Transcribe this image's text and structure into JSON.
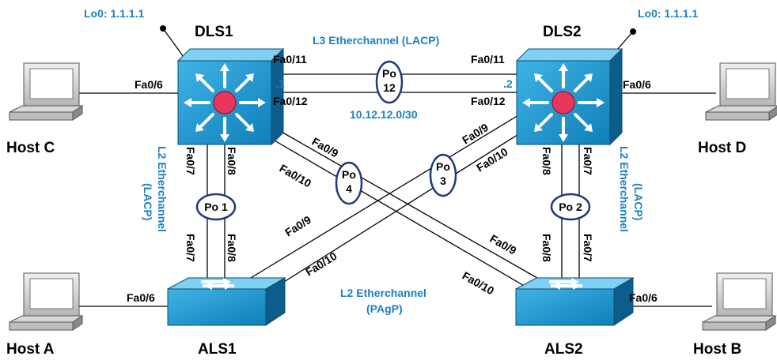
{
  "devices": {
    "dls1": "DLS1",
    "dls2": "DLS2",
    "als1": "ALS1",
    "als2": "ALS2",
    "host_a": "Host A",
    "host_b": "Host B",
    "host_c": "Host C",
    "host_d": "Host D"
  },
  "loopbacks": {
    "dls1": "Lo0: 1.1.1.1",
    "dls2": "Lo0: 1.1.1.1"
  },
  "l3_link": {
    "title": "L3 Etherchannel (LACP)",
    "subnet": "10.12.12.0/30",
    "dls1_ip": ".1",
    "dls2_ip": ".2",
    "dls1_ports": [
      "Fa0/11",
      "Fa0/12"
    ],
    "dls2_ports": [
      "Fa0/11",
      "Fa0/12"
    ]
  },
  "port_channels": {
    "po12": "Po\n12",
    "po1": "Po 1",
    "po2": "Po 2",
    "po3": "Po\n3",
    "po4": "Po\n4"
  },
  "labels": {
    "l2_lacp_line1": "L2 Etherchannel",
    "l2_lacp_line2": "(LACP)",
    "l2_pagp_line1": "L2 Etherchannel",
    "l2_pagp_line2": "(PAgP)"
  },
  "ports": {
    "fa06": "Fa0/6",
    "fa07": "Fa0/7",
    "fa08": "Fa0/8",
    "fa09": "Fa0/9",
    "fa010": "Fa0/10"
  },
  "colors": {
    "switch_face": "#1c97cf",
    "switch_dark": "#0c5d8b",
    "router_dot": "#e8375a",
    "label_blue": "#1e7fc0",
    "oval_border": "#1f3a78"
  }
}
